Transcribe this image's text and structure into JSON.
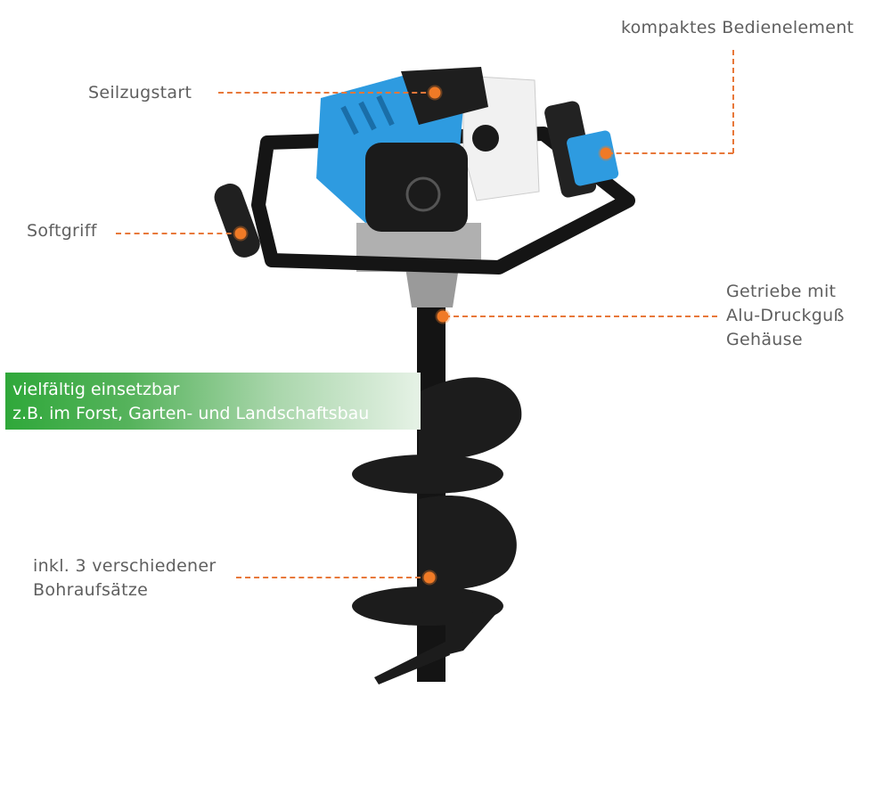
{
  "callouts": {
    "control": "kompaktes Bedienelement",
    "pull_start": "Seilzugstart",
    "soft_grip": "Softgriff",
    "gearbox": [
      "Getriebe mit",
      "Alu-Druckguß",
      "Gehäuse"
    ],
    "bits": [
      "inkl. 3 verschiedener",
      "Bohraufsätze"
    ]
  },
  "banner": {
    "line1": "vielfältig einsetzbar",
    "line2": "z.B. im Forst, Garten- und Landschaftsbau"
  },
  "colors": {
    "accent": "#f07a26",
    "engine_blue": "#2e9be0",
    "banner_green": "#2fa83a"
  }
}
